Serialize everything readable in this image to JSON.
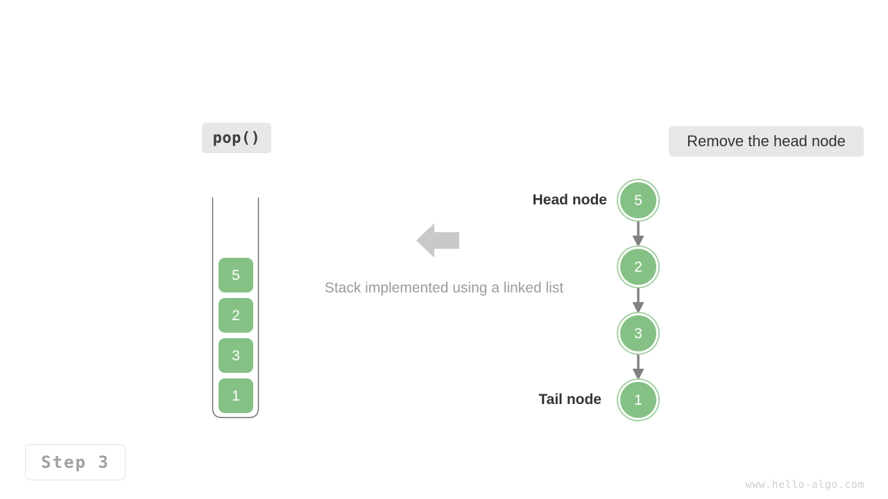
{
  "colors": {
    "node_fill": "#85c185",
    "node_ring": "#a3cfa2",
    "badge_bg": "#e7e7e7",
    "arrow_gray": "#c9c9c9",
    "link_arrow": "#808080",
    "caption_gray": "#9b9b9b",
    "step_text": "#a0a0a0",
    "watermark": "#cfcfcf",
    "background": "#ffffff"
  },
  "labels": {
    "operation": "pop()",
    "action": "Remove the head node",
    "step": "Step 3",
    "caption": "Stack implemented using a linked list",
    "head_node": "Head node",
    "tail_node": "Tail node",
    "watermark": "www.hello-algo.com"
  },
  "stack": {
    "items": [
      {
        "value": "5"
      },
      {
        "value": "2"
      },
      {
        "value": "3"
      },
      {
        "value": "1"
      }
    ]
  },
  "linked_list": {
    "nodes": [
      {
        "value": "5",
        "role": "head"
      },
      {
        "value": "2",
        "role": "middle"
      },
      {
        "value": "3",
        "role": "middle"
      },
      {
        "value": "1",
        "role": "tail"
      }
    ]
  },
  "icons": {
    "transform_arrow": "left-block-arrow-icon",
    "link_arrow": "down-arrow-icon"
  }
}
